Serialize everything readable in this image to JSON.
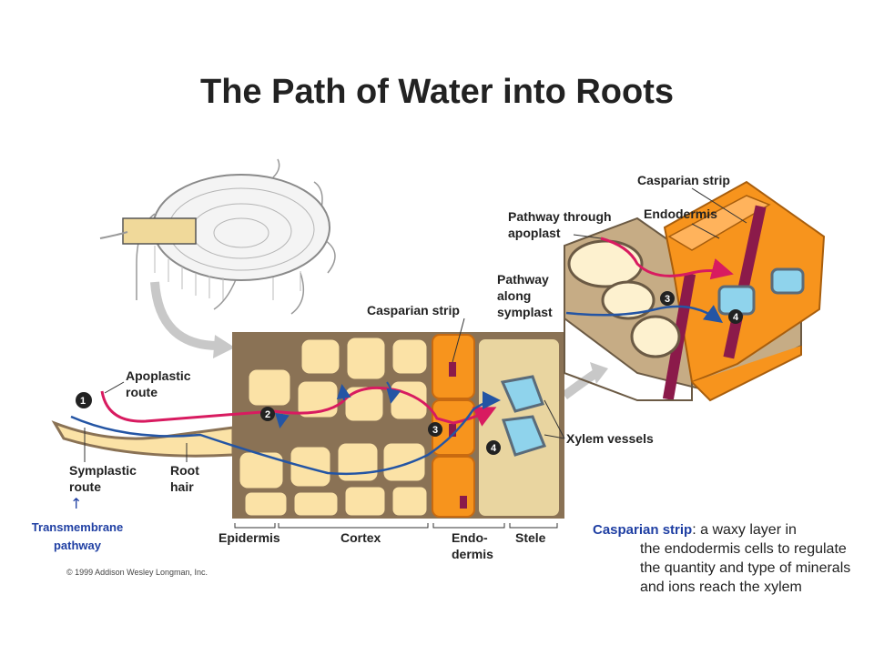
{
  "title": "The Path of Water into Roots",
  "labels": {
    "casparian_strip_top": "Casparian strip",
    "endodermis": "Endodermis",
    "pathway_apoplast_1": "Pathway through",
    "pathway_apoplast_2": "apoplast",
    "pathway_symplast_1": "Pathway",
    "pathway_symplast_2": "along",
    "pathway_symplast_3": "symplast",
    "casparian_strip_mid": "Casparian strip",
    "apoplastic_route_1": "Apoplastic",
    "apoplastic_route_2": "route",
    "symplastic_route_1": "Symplastic",
    "symplastic_route_2": "route",
    "root_hair_1": "Root",
    "root_hair_2": "hair",
    "xylem_vessels": "Xylem vessels",
    "epidermis": "Epidermis",
    "cortex": "Cortex",
    "endo_1": "Endo-",
    "endo_2": "dermis",
    "stele": "Stele"
  },
  "markers": [
    "1",
    "2",
    "3",
    "4",
    "3",
    "4"
  ],
  "transmembrane": {
    "arrow": "↑",
    "line1": "Transmembrane",
    "line2": "pathway"
  },
  "note": {
    "term": "Casparian strip",
    "line1": ": a waxy layer in",
    "rest": "the endodermis cells to regulate the quantity and type of minerals and ions reach the xylem"
  },
  "copyright": "© 1999 Addison Wesley Longman, Inc.",
  "colors": {
    "apoplast_path": "#d81b60",
    "symplast_path": "#2455a4",
    "cortex_cell": "#fbe2a6",
    "cell_wall": "#8a7255",
    "endodermis": "#f7941d",
    "casparian": "#8b1a4a",
    "xylem": "#8fd3ec",
    "note_term": "#1f3fa3"
  }
}
